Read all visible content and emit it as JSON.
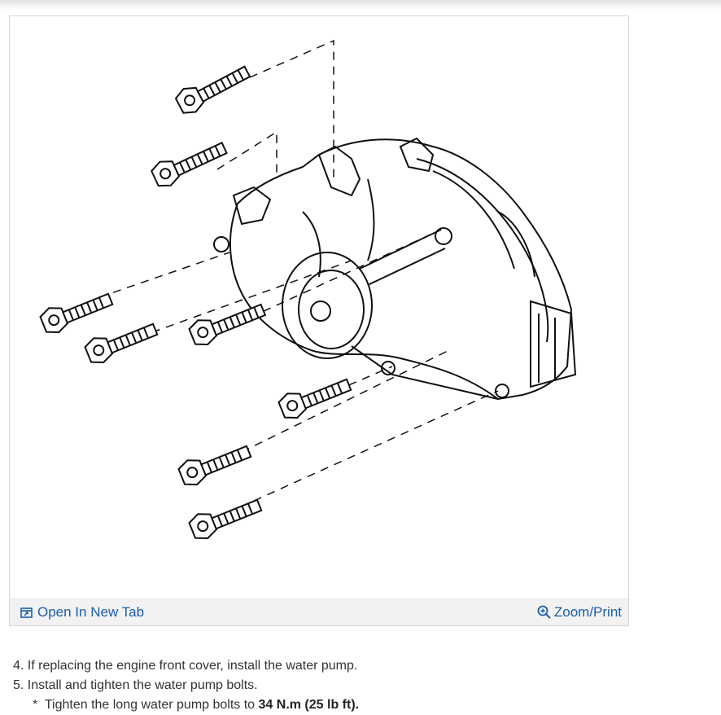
{
  "figure": {
    "open_new_tab_label": "Open In New Tab",
    "zoom_print_label": "Zoom/Print",
    "icons": {
      "open_new_tab": "open-new-tab-icon",
      "zoom": "zoom-in-icon"
    }
  },
  "instructions": {
    "steps": [
      "4. If replacing the engine front cover, install the water pump.",
      "5. Install and tighten the water pump bolts."
    ],
    "sub_step": {
      "bullet": "*",
      "text": "Tighten the long water pump bolts to ",
      "value": "34 N.m (25 lb ft)."
    }
  },
  "colors": {
    "link": "#1b5ea8",
    "toolbar": "#f2f2f2",
    "text": "#333333"
  }
}
